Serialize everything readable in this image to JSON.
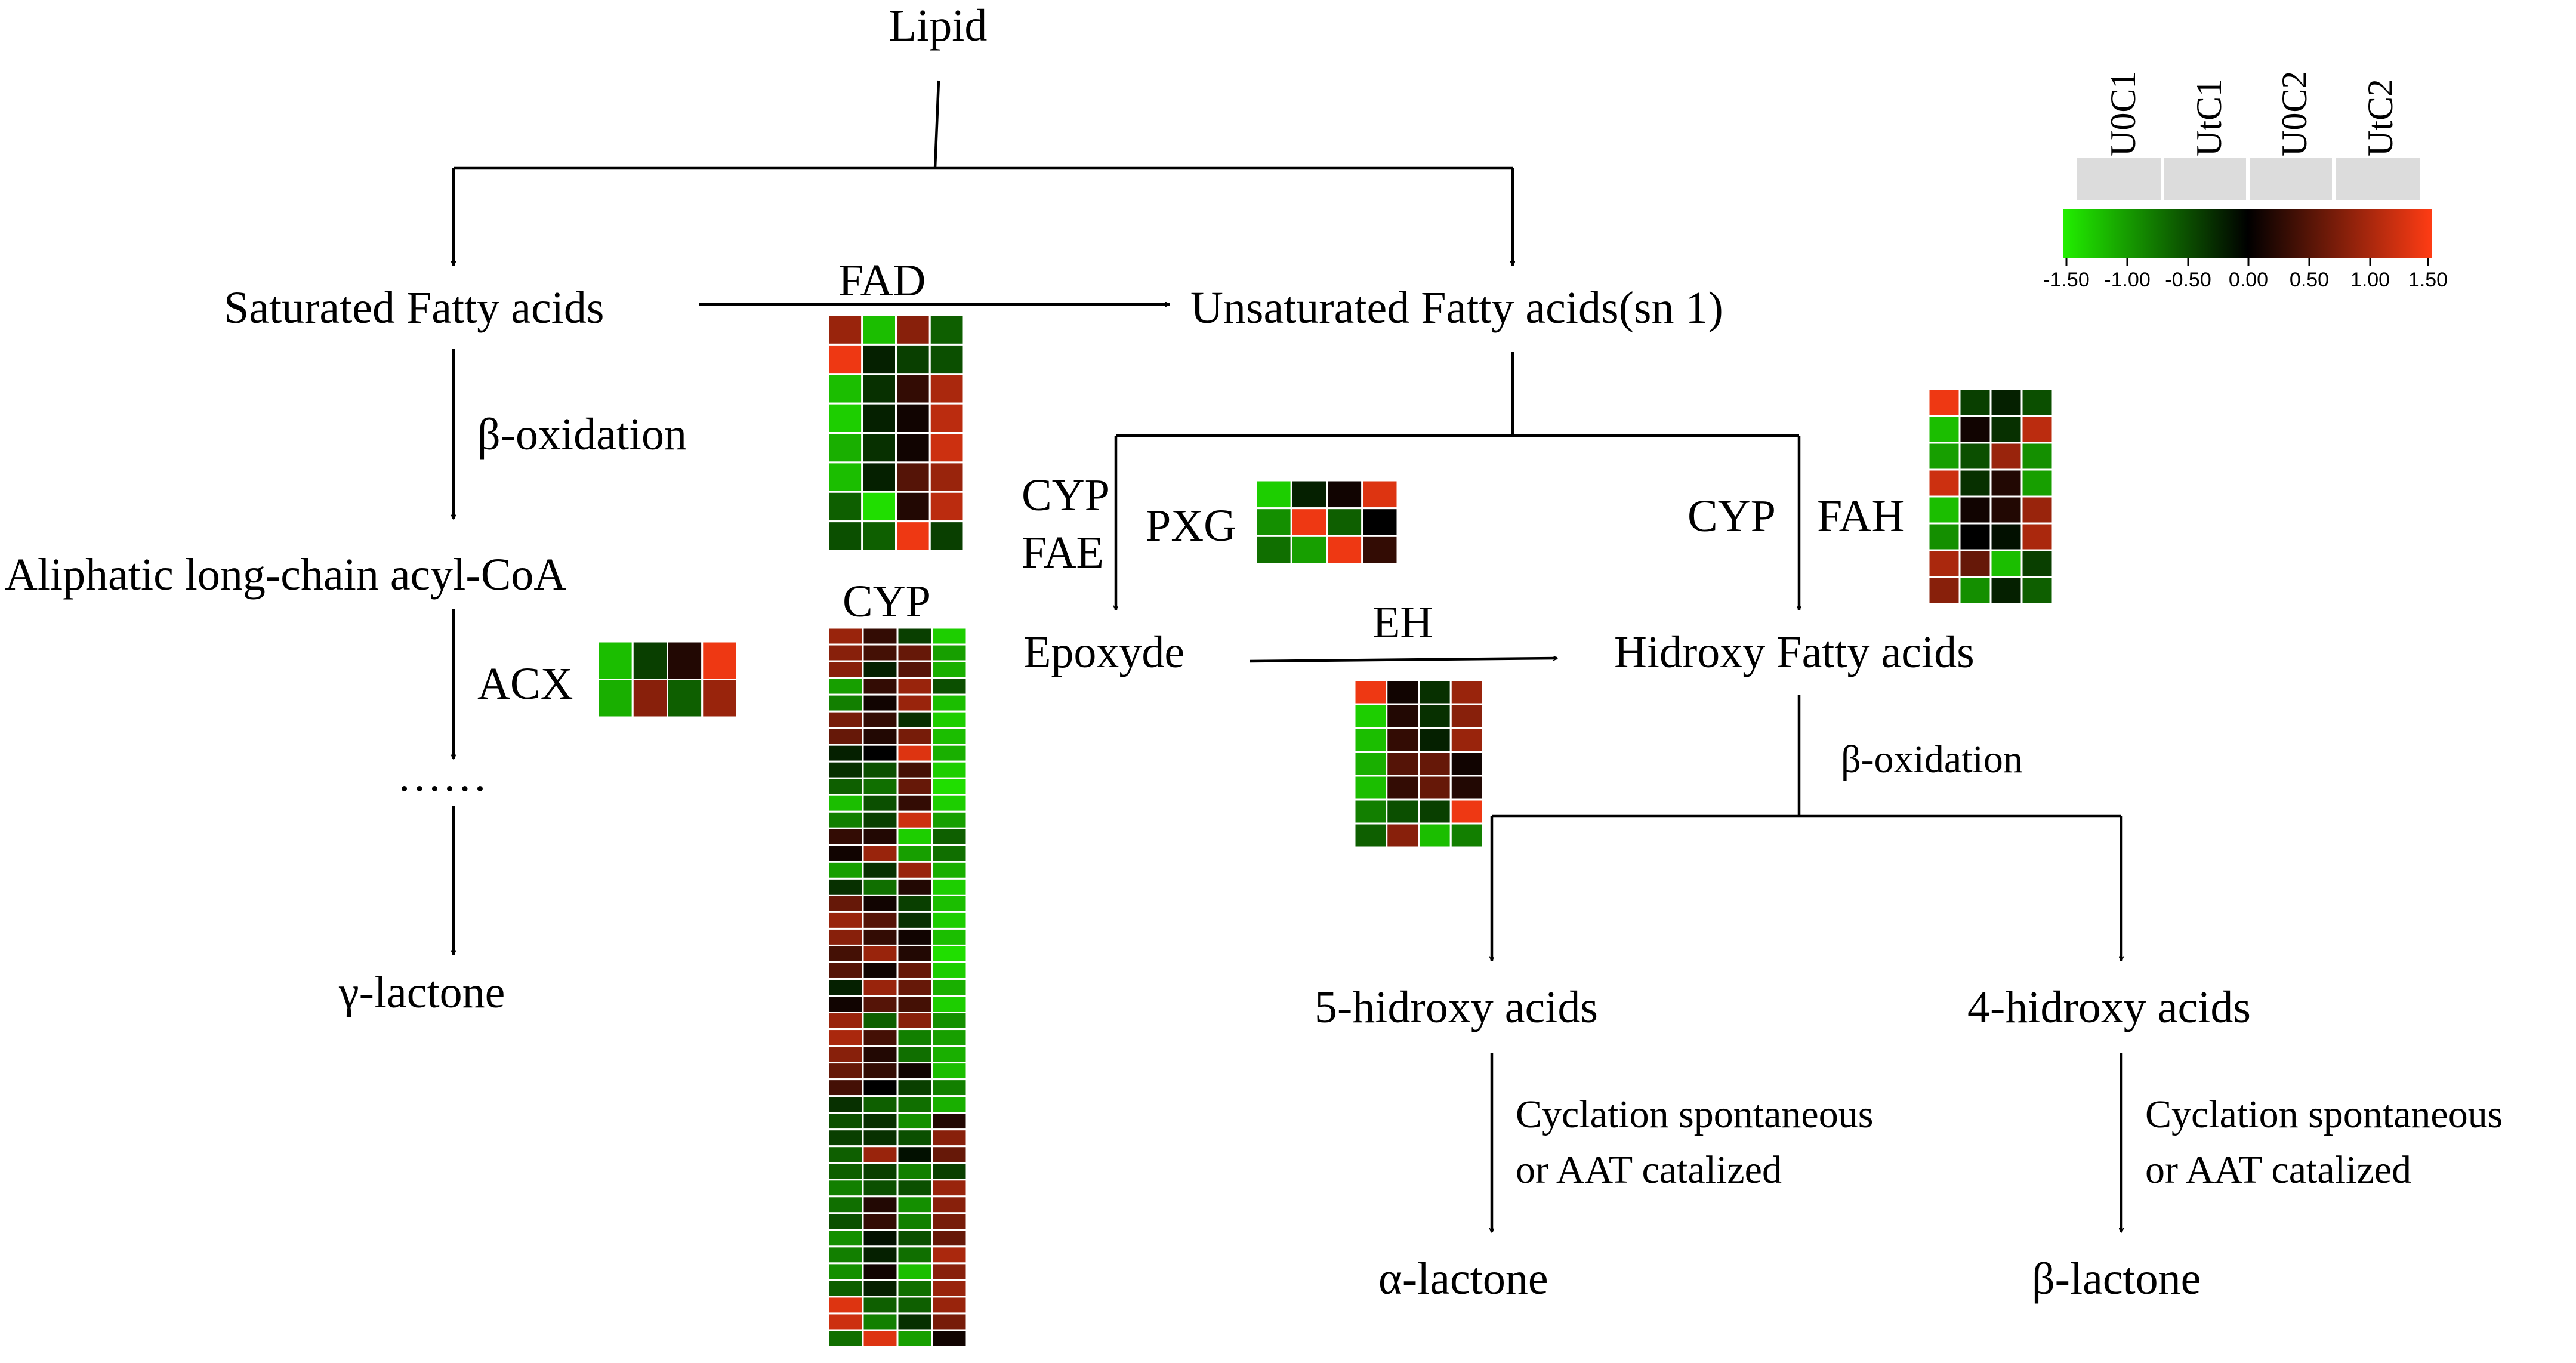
{
  "nodes": {
    "lipid": "Lipid",
    "saturated": "Saturated Fatty acids",
    "unsaturated": "Unsaturated Fatty acids(sn 1)",
    "acyl_coa": "Aliphatic long-chain acyl-CoA",
    "dots": "……",
    "gamma_lactone": "γ-lactone",
    "epoxyde": "Epoxyde",
    "hydroxy_fa": "Hidroxy Fatty acids",
    "five_hydroxy": "5-hidroxy acids",
    "four_hydroxy": "4-hidroxy acids",
    "alpha_lactone": "α-lactone",
    "beta_lactone": "β-lactone"
  },
  "edge_labels": {
    "fad": "FAD",
    "beta_ox_left": "β-oxidation",
    "acx": "ACX",
    "cyp_mid": "CYP",
    "cyp_left": "CYP",
    "fae": "FAE",
    "pxg": "PXG",
    "eh": "EH",
    "cyp_right": "CYP",
    "fah": "FAH",
    "beta_ox_right": "β-oxidation",
    "cyc1_line1": "Cyclation spontaneous",
    "cyc1_line2": "or AAT catalized",
    "cyc2_line1": "Cyclation spontaneous",
    "cyc2_line2": "or AAT catalized"
  },
  "legend": {
    "columns": [
      "U0C1",
      "UtC1",
      "U0C2",
      "UtC2"
    ],
    "scale_min": -1.5,
    "scale_max": 1.5,
    "ticks": [
      "-1.50",
      "-1.00",
      "-0.50",
      "0.00",
      "0.50",
      "1.00",
      "1.50"
    ],
    "colors": {
      "low": "#22ee00",
      "mid": "#000000",
      "high": "#ff3c14"
    }
  },
  "heatmaps": {
    "FAD": [
      [
        0.9,
        -1.2,
        0.8,
        -0.6
      ],
      [
        1.4,
        -0.2,
        -0.4,
        -0.5
      ],
      [
        -1.2,
        -0.3,
        0.3,
        1.0
      ],
      [
        -1.3,
        -0.2,
        0.1,
        1.1
      ],
      [
        -1.1,
        -0.3,
        0.1,
        1.2
      ],
      [
        -1.2,
        -0.2,
        0.5,
        0.9
      ],
      [
        -0.6,
        -1.4,
        0.2,
        1.1
      ],
      [
        -0.5,
        -0.6,
        1.4,
        -0.4
      ]
    ],
    "ACX": [
      [
        -1.2,
        -0.4,
        0.2,
        1.4
      ],
      [
        -1.1,
        0.8,
        -0.6,
        0.9
      ]
    ],
    "PXG": [
      [
        -1.3,
        -0.2,
        0.1,
        1.3
      ],
      [
        -0.9,
        1.4,
        -0.6,
        0.0
      ],
      [
        -0.7,
        -1.0,
        1.4,
        0.3
      ]
    ],
    "FAH": [
      [
        1.4,
        -0.4,
        -0.2,
        -0.5
      ],
      [
        -1.2,
        0.1,
        -0.3,
        1.1
      ],
      [
        -1.0,
        -0.5,
        0.9,
        -0.9
      ],
      [
        1.2,
        -0.3,
        0.2,
        -1.0
      ],
      [
        -1.2,
        0.1,
        0.2,
        0.9
      ],
      [
        -0.9,
        0.0,
        -0.1,
        1.0
      ],
      [
        1.0,
        0.6,
        -1.2,
        -0.4
      ],
      [
        0.8,
        -0.9,
        -0.2,
        -0.6
      ]
    ],
    "EH": [
      [
        1.4,
        0.1,
        -0.3,
        0.9
      ],
      [
        -1.3,
        0.2,
        -0.3,
        0.8
      ],
      [
        -1.2,
        0.3,
        -0.2,
        0.9
      ],
      [
        -1.1,
        0.5,
        0.6,
        0.1
      ],
      [
        -1.2,
        0.3,
        0.6,
        0.2
      ],
      [
        -0.8,
        -0.5,
        -0.4,
        1.4
      ],
      [
        -0.6,
        0.8,
        -1.2,
        -0.8
      ]
    ],
    "CYP": [
      [
        0.9,
        0.3,
        -0.4,
        -1.3
      ],
      [
        0.8,
        0.4,
        0.6,
        -1.0
      ],
      [
        0.8,
        -0.2,
        0.5,
        -1.1
      ],
      [
        -1.0,
        0.3,
        0.9,
        -0.5
      ],
      [
        -0.8,
        0.1,
        0.9,
        -1.2
      ],
      [
        0.7,
        0.3,
        -0.3,
        -1.3
      ],
      [
        0.6,
        0.2,
        0.7,
        -1.2
      ],
      [
        -0.2,
        0.0,
        1.3,
        -1.1
      ],
      [
        -0.3,
        -0.5,
        0.4,
        -1.3
      ],
      [
        -0.6,
        -0.7,
        0.6,
        -1.4
      ],
      [
        -1.2,
        -0.5,
        0.3,
        -1.3
      ],
      [
        -0.8,
        -0.4,
        1.2,
        -1.0
      ],
      [
        0.3,
        0.2,
        -1.3,
        -0.6
      ],
      [
        0.1,
        0.9,
        -1.0,
        -0.7
      ],
      [
        -1.0,
        -0.3,
        0.9,
        -1.1
      ],
      [
        -0.3,
        -0.7,
        0.2,
        -1.3
      ],
      [
        0.6,
        0.1,
        -0.4,
        -1.2
      ],
      [
        0.9,
        0.5,
        -0.3,
        -1.3
      ],
      [
        0.8,
        0.3,
        0.1,
        -1.2
      ],
      [
        0.4,
        0.9,
        0.2,
        -1.4
      ],
      [
        0.5,
        0.1,
        0.6,
        -1.3
      ],
      [
        -0.2,
        0.9,
        0.6,
        -1.1
      ],
      [
        0.1,
        0.5,
        0.4,
        -1.3
      ],
      [
        0.9,
        -0.6,
        0.8,
        -0.9
      ],
      [
        1.0,
        0.4,
        -0.8,
        -1.0
      ],
      [
        0.8,
        0.2,
        -0.7,
        -1.1
      ],
      [
        0.6,
        0.3,
        0.1,
        -1.2
      ],
      [
        0.4,
        0.0,
        -0.4,
        -0.8
      ],
      [
        -0.3,
        -0.6,
        -0.7,
        -1.1
      ],
      [
        -0.5,
        -0.3,
        -0.9,
        0.2
      ],
      [
        -0.4,
        -0.3,
        -0.5,
        0.8
      ],
      [
        -0.6,
        0.9,
        -0.1,
        0.6
      ],
      [
        -0.6,
        -0.4,
        -0.8,
        -0.4
      ],
      [
        -0.8,
        -0.5,
        -0.5,
        0.9
      ],
      [
        -0.7,
        0.2,
        -0.9,
        0.8
      ],
      [
        -0.5,
        0.3,
        -0.8,
        0.7
      ],
      [
        -0.9,
        -0.1,
        -0.5,
        0.6
      ],
      [
        -0.8,
        -0.2,
        -0.7,
        1.0
      ],
      [
        -0.9,
        0.1,
        -1.2,
        0.8
      ],
      [
        -0.6,
        -0.2,
        -0.7,
        0.9
      ],
      [
        1.3,
        -0.6,
        -0.6,
        0.9
      ],
      [
        1.2,
        -0.8,
        -0.3,
        0.7
      ],
      [
        -0.7,
        1.3,
        -1.0,
        0.1
      ]
    ]
  }
}
